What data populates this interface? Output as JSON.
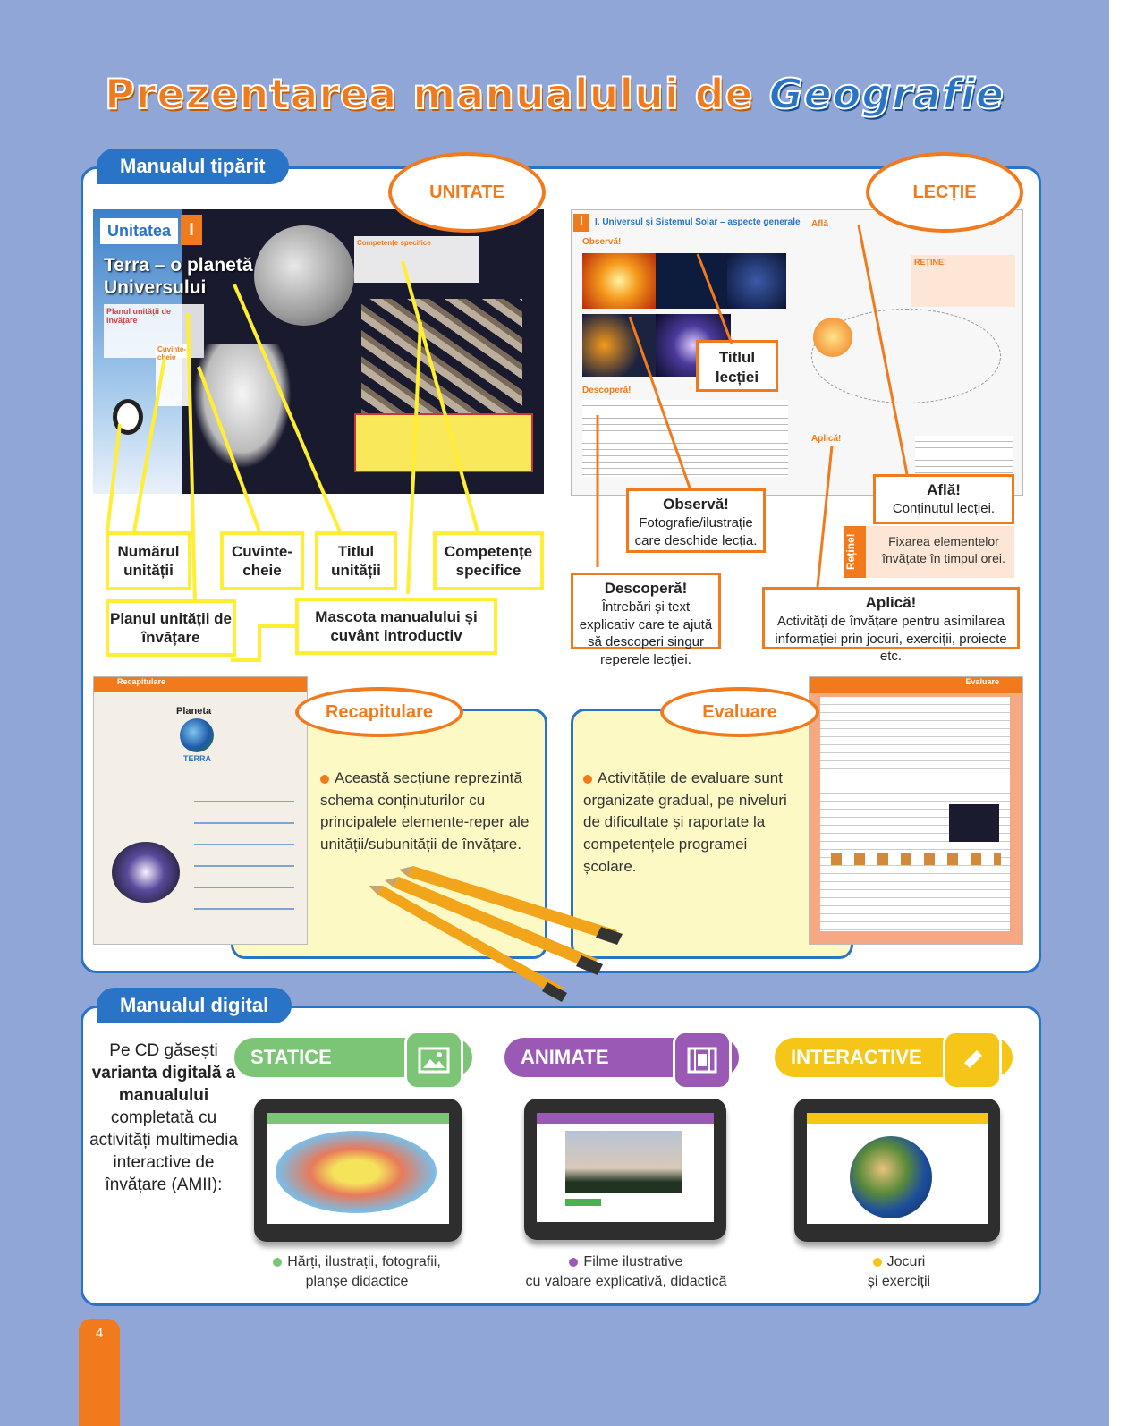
{
  "title": {
    "part1": "Prezentarea manualului de ",
    "part2": "Geografie"
  },
  "printed": {
    "tab": "Manualul tipărit",
    "oval_unit": "UNITATE",
    "oval_lesson": "LECȚIE",
    "unit_spread": {
      "badge": "Unitatea",
      "badge_num": "I",
      "unit_title": "Terra – o planetă a Universului",
      "plan_heading": "Planul unității de învățare",
      "keywords_heading": "Cuvinte-cheie",
      "competence_heading": "Competențe specifice"
    },
    "lesson_spread": {
      "header": "I. Universul și Sistemul Solar – aspecte generale",
      "observa": "Observă!",
      "descopera": "Descoperă!",
      "afla": "Află",
      "retine": "REȚINE!",
      "aplica": "Aplică!"
    },
    "yellow_labels": {
      "nr_unit": "Numărul unității",
      "keywords": "Cuvinte-cheie",
      "unit_title": "Titlul unității",
      "competences": "Competențe specifice",
      "plan": "Planul unității de învățare",
      "mascot": "Mascota manualului și cuvânt introductiv"
    },
    "lesson_title_label": "Titlul lecției",
    "observa": {
      "title": "Observă!",
      "text": "Fotografie/ilustrație care deschide lecția."
    },
    "afla": {
      "title": "Află!",
      "text": "Conținutul lecției."
    },
    "retine": {
      "tag": "Reține!",
      "text": "Fixarea elementelor învățate în timpul orei."
    },
    "descopera": {
      "title": "Descoperă!",
      "text": "Întrebări și text explicativ care te ajută să descoperi singur reperele lecției."
    },
    "aplica": {
      "title": "Aplică!",
      "text": "Activități de învățare pentru asimilarea informației prin jocuri, exerciții, proiecte etc."
    },
    "recap": {
      "oval": "Recapitulare",
      "thumb_header": "Recapitulare",
      "planet": "Planeta",
      "terra": "TERRA",
      "text": "Această secțiune reprezintă schema conținuturilor cu principalele elemente-reper ale unității/subunității de învățare."
    },
    "eval": {
      "oval": "Evaluare",
      "thumb_header": "Evaluare",
      "text": "Activitățile de evaluare sunt organizate gradual, pe niveluri de dificultate și raportate la competențele programei școlare."
    }
  },
  "digital": {
    "tab": "Manualul digital",
    "cd_line1": "Pe CD găsești",
    "cd_bold": "varianta digitală a manualului",
    "cd_rest": "completată cu activități multimedia interactive de învățare (AMII):",
    "statice": {
      "label": "STATICE",
      "caption_line1": "Hărți, ilustrații, fotografii,",
      "caption_line2": "planșe didactice",
      "color": "#7cc576"
    },
    "animate": {
      "label": "ANIMATE",
      "caption_line1": "Filme ilustrative",
      "caption_line2": "cu valoare explicativă, didactică",
      "color": "#9b59b6"
    },
    "interactive": {
      "label": "INTERACTIVE",
      "caption_line1": "Jocuri",
      "caption_line2": "și exerciții",
      "color": "#f5c518"
    }
  },
  "page_number": "4"
}
